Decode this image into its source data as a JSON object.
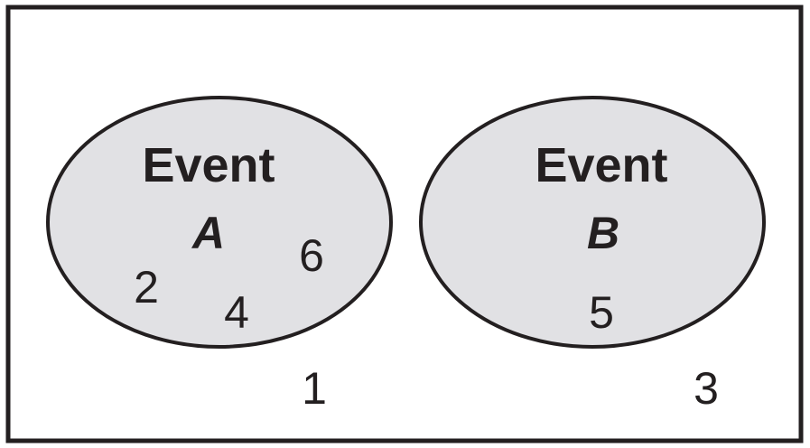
{
  "colors": {
    "background": "#ffffff",
    "border": "#231f20",
    "event_fill": "#e1e1e4",
    "text": "#231f20"
  },
  "event_a": {
    "word": "Event",
    "letter": "A",
    "elements": [
      "2",
      "4",
      "6"
    ]
  },
  "event_b": {
    "word": "Event",
    "letter": "B",
    "elements": [
      "5"
    ]
  },
  "outside": {
    "elements": [
      "1",
      "3"
    ]
  }
}
